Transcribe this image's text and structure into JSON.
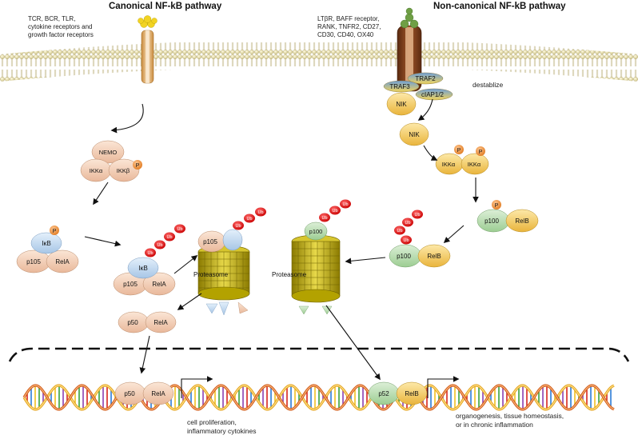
{
  "titles": {
    "canonical": "Canonical NF-kB pathway",
    "noncanonical": "Non-canonical NF-kB pathway"
  },
  "receptors": {
    "canonical": [
      "TCR, BCR, TLR,",
      "cytokine receptors and",
      "growth factor receptors"
    ],
    "noncanonical": [
      "LTβR, BAFF receptor,",
      "RANK, TNFR2, CD27,",
      "CD30, CD40, OX40"
    ]
  },
  "labels": {
    "destabilize": "destablize",
    "proteasome": "Proteasome",
    "outcome_canonical": [
      "cell proliferation,",
      "inflammatory cytokines"
    ],
    "outcome_noncanonical": [
      "organogenesis, tissue homeostasis,",
      "or in chronic inflammation"
    ]
  },
  "molecules": {
    "nemo": "NEMO",
    "ikka": "IKKα",
    "ikkb": "IKKβ",
    "p": "P",
    "ub": "Ub",
    "ikb": "IκB",
    "p105": "p105",
    "rela": "RelA",
    "p50": "p50",
    "traf2": "TRAF2",
    "traf3": "TRAF3",
    "ciap": "cIAP1/2",
    "nik": "NIK",
    "p100": "p100",
    "relb": "RelB",
    "p52": "p52"
  },
  "colors": {
    "membrane_head": "#e8e0a0",
    "peach": "#f3d2b9",
    "light_blue": "#c3daf0",
    "green": "#b9dbb2",
    "yellow": "#f4cf63",
    "orange_p": "#ee9440",
    "red_ub": "#e41111",
    "proteasome": "#c8b400"
  }
}
